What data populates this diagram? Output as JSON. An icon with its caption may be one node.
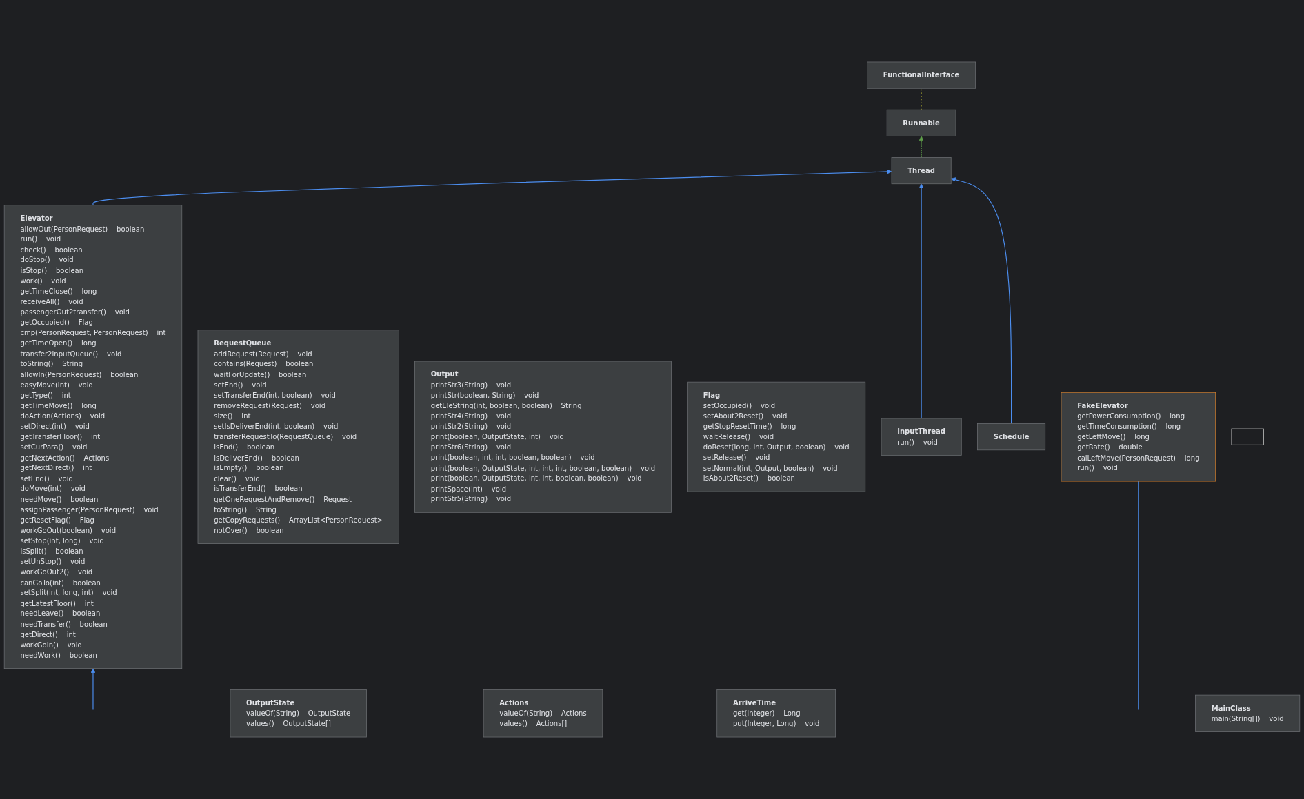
{
  "diagram": {
    "nodes": [
      {
        "text": [
          "Elevator",
          "allowOut(PersonRequest)",
          "boolean",
          "run()",
          "void",
          "check()",
          "boolean",
          "doStop()",
          "void",
          "isStop()",
          "boolean",
          "work()",
          "void",
          "getTimeClose()",
          "long",
          "receiveAll()",
          "void",
          "passengerOut2transfer()",
          "void",
          "getOccupied()",
          "Flag",
          "cmp(PersonRequest, PersonRequest)",
          "int",
          "getTimeOpen()",
          "long",
          "transfer2inputQueue()",
          "void",
          "toString()",
          "String",
          "allowIn(PersonRequest)",
          "boolean",
          "easyMove(int)",
          "void",
          "getType()",
          "int",
          "getTimeMove()",
          "long",
          "doAction(Actions)",
          "void",
          "setDirect(int)",
          "void",
          "getTransferFloor()",
          "int",
          "setCurPara()",
          "void",
          "getNextAction()",
          "Actions",
          "getNextDirect()",
          "int",
          "setEnd()",
          "void",
          "doMove(int)",
          "void",
          "needMove()",
          "boolean",
          "assignPassenger(PersonRequest)",
          "void",
          "getResetFlag()",
          "Flag",
          "workGoOut(boolean)",
          "void",
          "setStop(int, long)",
          "void",
          "isSplit()",
          "boolean",
          "setUnStop()",
          "void",
          "workGoOut2()",
          "void",
          "canGoTo(int)",
          "boolean",
          "setSplit(int, long, int)",
          "void",
          "getLatestFloor()",
          "int",
          "needLeave()",
          "boolean",
          "needTransfer()",
          "boolean",
          "getDirect()",
          "int",
          "workGoIn()",
          "void",
          "needWork()",
          "boolean"
        ]
      },
      {
        "text": [
          "FunctionalInterface"
        ]
      },
      {
        "text": [
          "RequestQueue",
          "addRequest(Request)",
          "void",
          "contains(Request)",
          "boolean",
          "waitForUpdate()",
          "boolean",
          "setEnd()",
          "void",
          "setTransferEnd(int, boolean)",
          "void",
          "removeRequest(Request)",
          "void",
          "size()",
          "int",
          "setIsDeliverEnd(int, boolean)",
          "void",
          "transferRequestTo(RequestQueue)",
          "void",
          "isEnd()",
          "boolean",
          "isDeliverEnd()",
          "boolean",
          "isEmpty()",
          "boolean",
          "clear()",
          "void",
          "isTransferEnd()",
          "boolean",
          "getOneRequestAndRemove()",
          "Request",
          "toString()",
          "String",
          "getCopyRequests()",
          "ArrayList<PersonRequest>",
          "notOver()",
          "boolean"
        ]
      },
      {
        "text": [
          "Output",
          "printStr3(String)",
          "void",
          "printStr(boolean, String)",
          "void",
          "getEleString(int, boolean, boolean)",
          "String",
          "printStr4(String)",
          "void",
          "printStr2(String)",
          "void",
          "print(boolean, OutputState, int)",
          "void",
          "printStr6(String)",
          "void",
          "print(boolean, int, int, boolean, boolean)",
          "void",
          "print(boolean, OutputState, int, int, int, boolean, boolean)",
          "void",
          "print(boolean, OutputState, int, int, boolean, boolean)",
          "void",
          "printSpace(int)",
          "void",
          "printStr5(String)",
          "void"
        ]
      },
      {
        "text": [
          "Flag",
          "setOccupied()",
          "void",
          "setAbout2Reset()",
          "void",
          "getStopResetTime()",
          "long",
          "waitRelease()",
          "void",
          "doReset(long, int, Output, boolean)",
          "void",
          "setRelease()",
          "void",
          "setNormal(int, Output, boolean)",
          "void",
          "isAbout2Reset()",
          "boolean"
        ]
      },
      {
        "text": [
          "Runnable"
        ]
      },
      {
        "text": [
          "Thread"
        ]
      },
      {
        "text": [
          "OutputState",
          "valueOf(String)",
          "OutputState",
          "values()",
          "OutputState[]"
        ]
      },
      {
        "text": [
          "Actions",
          "valueOf(String)",
          "Actions",
          "values()",
          "Actions[]"
        ]
      },
      {
        "text": [
          "ArriveTime",
          "get(Integer)",
          "Long",
          "put(Integer, Long)",
          "void"
        ]
      },
      {
        "text": [
          "MainClass",
          "main(String[])",
          "void"
        ]
      },
      {
        "text": [
          "InputThread",
          "run()",
          "void"
        ]
      },
      {
        "text": [
          "Schedule"
        ]
      },
      {
        "text": [
          "FakeElevator",
          "getPowerConsumption()",
          "long",
          "getTimeConsumption()",
          "long",
          "getLeftMove()",
          "long",
          "getRate()",
          "double",
          "calLeftMove(PersonRequest)",
          "long",
          "run()",
          "void"
        ]
      },
      {
        "text": [],
        "shape": "box"
      }
    ],
    "edges": [
      {
        "from": 1,
        "to": 5,
        "arrow": "none",
        "style": "dashed",
        "color": "#9b9b2e"
      },
      {
        "from": 6,
        "to": 5,
        "arrow": "to",
        "style": "dashed",
        "color": "#5f9e4a"
      },
      {
        "from": 0,
        "to": 6,
        "arrow": "to"
      },
      {
        "from": 11,
        "to": 6,
        "arrow": "to"
      },
      {
        "from": 12,
        "to": 6,
        "arrow": "to"
      },
      {
        "from": null,
        "to": 0,
        "arrow": "to"
      },
      {
        "from": 13,
        "to": null,
        "arrow": "none"
      }
    ]
  }
}
